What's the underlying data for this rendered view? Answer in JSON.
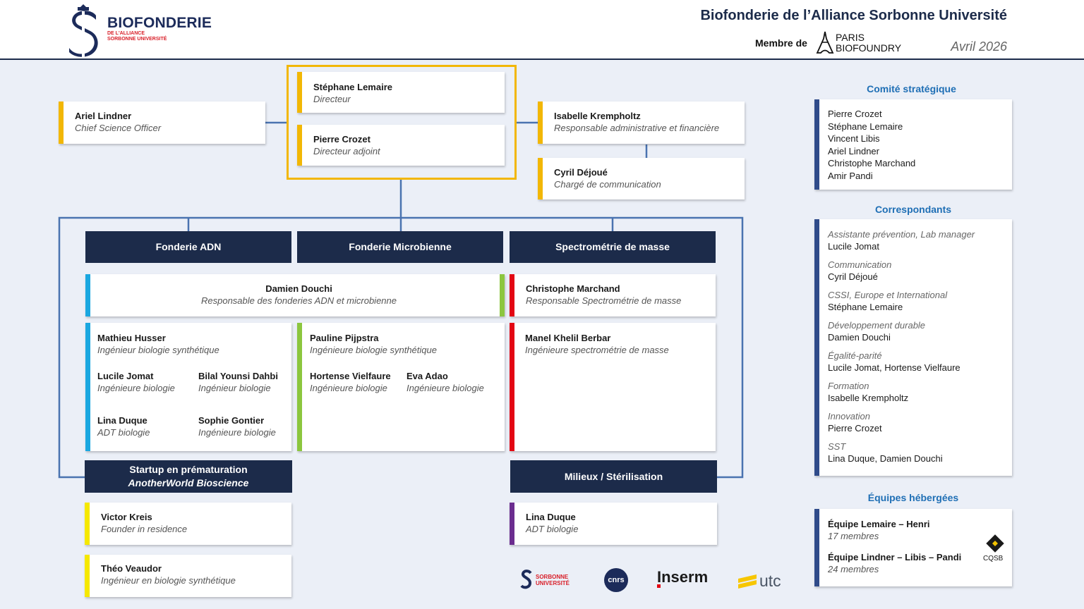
{
  "header": {
    "brand": "BIOFONDERIE",
    "brand_sub1": "DE L'ALLIANCE",
    "brand_sub2": "SORBONNE UNIVERSITÉ",
    "title": "Biofonderie de l’Alliance Sorbonne Université",
    "member_label": "Membre de",
    "paris_biofoundry_1": "PARIS",
    "paris_biofoundry_2": "BIOFOUNDRY",
    "date": "Avril 2026"
  },
  "direction": [
    {
      "name": "Stéphane Lemaire",
      "role": "Directeur"
    },
    {
      "name": "Pierre Crozet",
      "role": "Directeur adjoint"
    }
  ],
  "cso": {
    "name": "Ariel Lindner",
    "role": "Chief Science Officer"
  },
  "admin": {
    "name": "Isabelle Krempholtz",
    "role": "Responsable administrative et financière"
  },
  "comm": {
    "name": "Cyril Déjoué",
    "role": "Chargé de communication"
  },
  "banners": {
    "adn": "Fonderie ADN",
    "microb": "Fonderie Microbienne",
    "spectro": "Spectrométrie de masse",
    "startup_1": "Startup en prématuration",
    "startup_2": "AnotherWorld Bioscience",
    "milieux": "Milieux / Stérilisation"
  },
  "heads": {
    "douchi": {
      "name": "Damien Douchi",
      "role": "Responsable des fonderies ADN et microbienne"
    },
    "marchand": {
      "name": "Christophe Marchand",
      "role": "Responsable Spectrométrie de masse"
    }
  },
  "adn_team": [
    {
      "name": "Mathieu Husser",
      "role": "Ingénieur biologie synthétique"
    },
    {
      "name": "Lucile Jomat",
      "role": "Ingénieure biologie"
    },
    {
      "name": "Bilal Younsi Dahbi",
      "role": "Ingénieur biologie"
    },
    {
      "name": "Lina Duque",
      "role": "ADT biologie"
    },
    {
      "name": "Sophie Gontier",
      "role": "Ingénieure biologie"
    }
  ],
  "microb_team": [
    {
      "name": "Pauline Pijpstra",
      "role": "Ingénieure biologie synthétique"
    },
    {
      "name": "Hortense Vielfaure",
      "role": "Ingénieure biologie"
    },
    {
      "name": "Eva Adao",
      "role": "Ingénieure biologie"
    }
  ],
  "spectro_team": [
    {
      "name": "Manel Khelil Berbar",
      "role": "Ingénieure spectrométrie de masse"
    }
  ],
  "startup_team": [
    {
      "name": "Victor Kreis",
      "role": "Founder in residence"
    },
    {
      "name": "Théo Veaudor",
      "role": "Ingénieur en biologie synthétique"
    }
  ],
  "milieux_team": [
    {
      "name": "Lina Duque",
      "role": "ADT biologie"
    }
  ],
  "comite": {
    "title": "Comité stratégique",
    "members": [
      "Pierre Crozet",
      "Stéphane Lemaire",
      "Vincent Libis",
      "Ariel Lindner",
      "Christophe Marchand",
      "Amir Pandi"
    ]
  },
  "correspondants": {
    "title": "Correspondants",
    "items": [
      {
        "label": "Assistante prévention, Lab manager",
        "value": "Lucile Jomat"
      },
      {
        "label": "Communication",
        "value": "Cyril Déjoué"
      },
      {
        "label": "CSSI, Europe et International",
        "value": "Stéphane Lemaire"
      },
      {
        "label": "Développement durable",
        "value": "Damien Douchi"
      },
      {
        "label": "Égalité-parité",
        "value": "Lucile Jomat, Hortense Vielfaure"
      },
      {
        "label": "Formation",
        "value": "Isabelle Krempholtz"
      },
      {
        "label": "Innovation",
        "value": "Pierre Crozet"
      },
      {
        "label": "SST",
        "value": "Lina Duque, Damien Douchi"
      }
    ]
  },
  "equipes": {
    "title": "Équipes hébergées",
    "items": [
      {
        "name": "Équipe Lemaire – Henri",
        "count": "17 membres"
      },
      {
        "name": "Équipe Lindner – Libis – Pandi",
        "count": "24 membres"
      }
    ],
    "cqsb": "CQSB"
  },
  "footer": {
    "sorbonne_1": "SORBONNE",
    "sorbonne_2": "UNIVERSITÉ",
    "cnrs": "cnrs",
    "inserm": "Inserm",
    "utc": "utc"
  },
  "colors": {
    "navy": "#1c2b4a",
    "gold": "#f2b705",
    "cyan": "#1aa7e0",
    "green": "#8cc63f",
    "red": "#e30613",
    "yellow": "#f5e800",
    "purple": "#6b2d8f",
    "blue_title": "#1f6fb5"
  }
}
